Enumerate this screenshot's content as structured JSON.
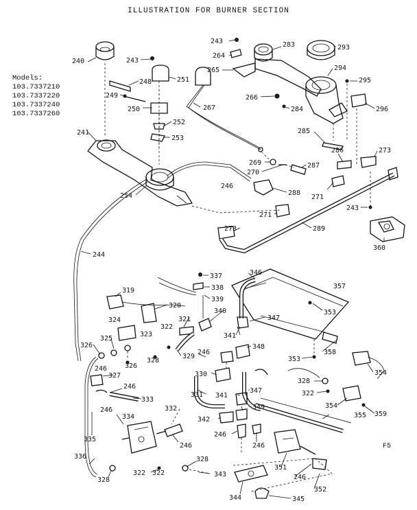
{
  "title": "ILLUSTRATION FOR BURNER SECTION",
  "models_heading": "Models:",
  "models": [
    "103.7337210",
    "103.7337220",
    "103.7337240",
    "103.7337260"
  ],
  "figure_code": "F5",
  "callouts": [
    {
      "id": "240",
      "text": "240"
    },
    {
      "id": "241",
      "text": "241"
    },
    {
      "id": "243a",
      "text": "243"
    },
    {
      "id": "243b",
      "text": "243"
    },
    {
      "id": "243c",
      "text": "243"
    },
    {
      "id": "244",
      "text": "244"
    },
    {
      "id": "246a",
      "text": "246"
    },
    {
      "id": "246b",
      "text": "246"
    },
    {
      "id": "246c",
      "text": "246"
    },
    {
      "id": "246d",
      "text": "246"
    },
    {
      "id": "246e",
      "text": "246"
    },
    {
      "id": "246f",
      "text": "246"
    },
    {
      "id": "246g",
      "text": "246"
    },
    {
      "id": "246h",
      "text": "246"
    },
    {
      "id": "246i",
      "text": "246"
    },
    {
      "id": "248",
      "text": "248"
    },
    {
      "id": "249",
      "text": "249"
    },
    {
      "id": "250",
      "text": "250"
    },
    {
      "id": "251",
      "text": "251"
    },
    {
      "id": "252",
      "text": "252"
    },
    {
      "id": "253",
      "text": "253"
    },
    {
      "id": "254",
      "text": "254"
    },
    {
      "id": "264",
      "text": "264"
    },
    {
      "id": "265",
      "text": "265"
    },
    {
      "id": "266",
      "text": "266"
    },
    {
      "id": "267",
      "text": "267"
    },
    {
      "id": "269",
      "text": "269"
    },
    {
      "id": "270",
      "text": "270"
    },
    {
      "id": "271a",
      "text": "271"
    },
    {
      "id": "271b",
      "text": "271"
    },
    {
      "id": "273a",
      "text": "273"
    },
    {
      "id": "273b",
      "text": "273"
    },
    {
      "id": "283",
      "text": "283"
    },
    {
      "id": "284",
      "text": "284"
    },
    {
      "id": "285",
      "text": "285"
    },
    {
      "id": "286",
      "text": "286"
    },
    {
      "id": "287",
      "text": "287"
    },
    {
      "id": "288",
      "text": "288"
    },
    {
      "id": "289",
      "text": "289"
    },
    {
      "id": "293",
      "text": "293"
    },
    {
      "id": "294",
      "text": "294"
    },
    {
      "id": "295",
      "text": "295"
    },
    {
      "id": "296",
      "text": "296"
    },
    {
      "id": "319",
      "text": "319"
    },
    {
      "id": "320",
      "text": "320"
    },
    {
      "id": "321",
      "text": "321"
    },
    {
      "id": "322a",
      "text": "322"
    },
    {
      "id": "322b",
      "text": "322"
    },
    {
      "id": "322c",
      "text": "322"
    },
    {
      "id": "322d",
      "text": "322"
    },
    {
      "id": "323",
      "text": "323"
    },
    {
      "id": "324",
      "text": "324"
    },
    {
      "id": "325",
      "text": "325"
    },
    {
      "id": "326a",
      "text": "326"
    },
    {
      "id": "326b",
      "text": "326"
    },
    {
      "id": "327",
      "text": "327"
    },
    {
      "id": "328a",
      "text": "328"
    },
    {
      "id": "328b",
      "text": "328"
    },
    {
      "id": "328c",
      "text": "328"
    },
    {
      "id": "328d",
      "text": "328"
    },
    {
      "id": "329",
      "text": "329"
    },
    {
      "id": "330",
      "text": "330"
    },
    {
      "id": "331",
      "text": "331"
    },
    {
      "id": "332",
      "text": "332"
    },
    {
      "id": "333",
      "text": "333"
    },
    {
      "id": "334",
      "text": "334"
    },
    {
      "id": "335",
      "text": "335"
    },
    {
      "id": "336",
      "text": "336"
    },
    {
      "id": "337",
      "text": "337"
    },
    {
      "id": "338",
      "text": "338"
    },
    {
      "id": "339",
      "text": "339"
    },
    {
      "id": "340",
      "text": "340"
    },
    {
      "id": "341a",
      "text": "341"
    },
    {
      "id": "341b",
      "text": "341"
    },
    {
      "id": "342",
      "text": "342"
    },
    {
      "id": "343",
      "text": "343"
    },
    {
      "id": "344",
      "text": "344"
    },
    {
      "id": "345",
      "text": "345"
    },
    {
      "id": "346",
      "text": "346"
    },
    {
      "id": "347a",
      "text": "347"
    },
    {
      "id": "347b",
      "text": "347"
    },
    {
      "id": "348",
      "text": "348"
    },
    {
      "id": "349",
      "text": "349"
    },
    {
      "id": "351",
      "text": "351"
    },
    {
      "id": "352",
      "text": "352"
    },
    {
      "id": "353a",
      "text": "353"
    },
    {
      "id": "353b",
      "text": "353"
    },
    {
      "id": "354a",
      "text": "354"
    },
    {
      "id": "354b",
      "text": "354"
    },
    {
      "id": "355",
      "text": "355"
    },
    {
      "id": "357",
      "text": "357"
    },
    {
      "id": "358",
      "text": "358"
    },
    {
      "id": "359",
      "text": "359"
    },
    {
      "id": "360",
      "text": "360"
    }
  ]
}
